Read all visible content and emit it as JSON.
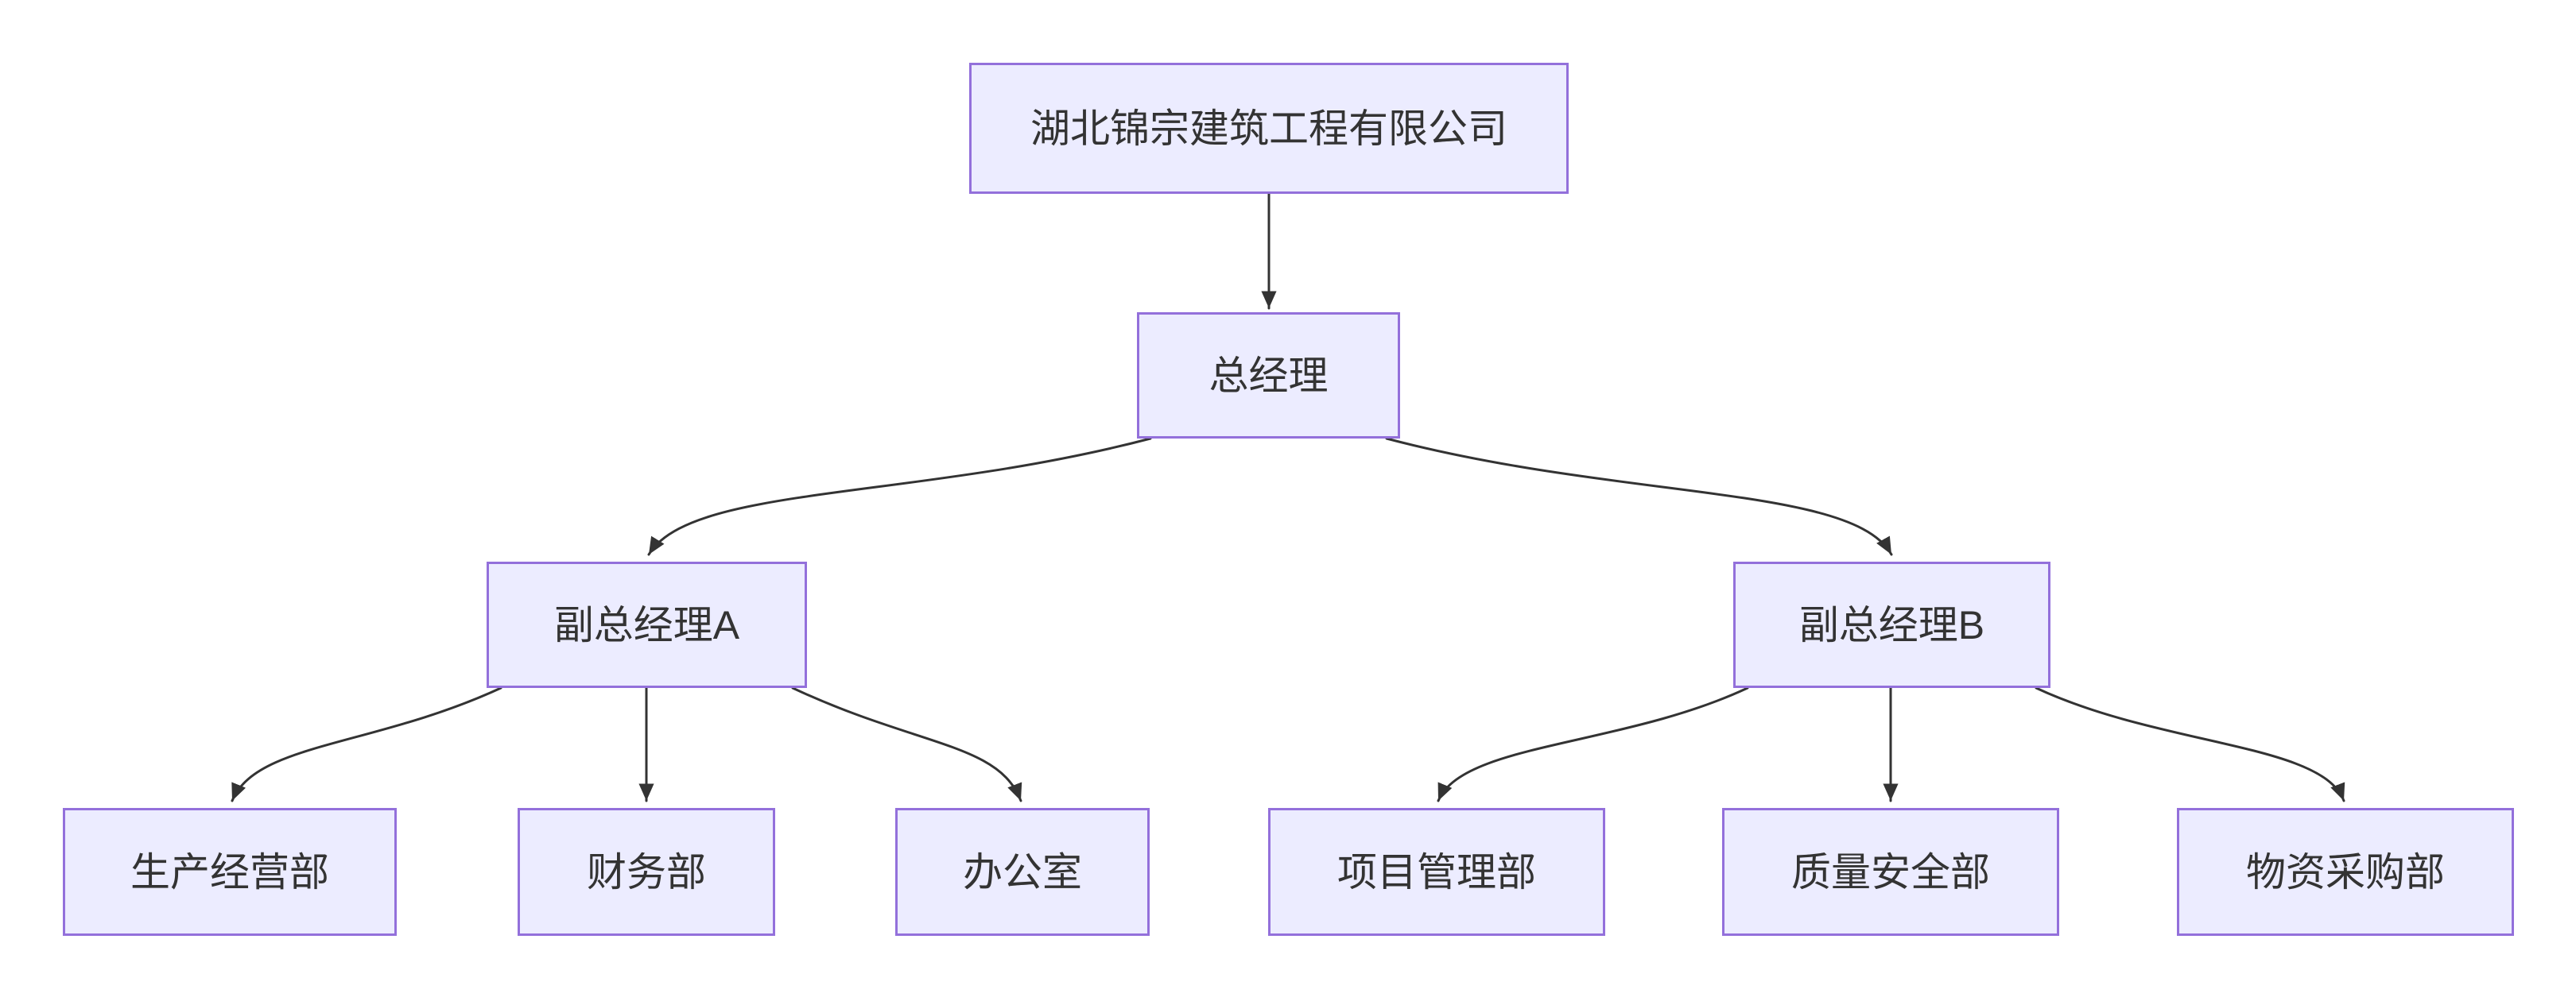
{
  "diagram": {
    "type": "org-chart-flowchart",
    "direction": "top-to-bottom",
    "colors": {
      "background": "#FFFFFF",
      "node_fill": "#ECECFF",
      "node_border": "#9370DB",
      "text": "#333333",
      "edge": "#333333"
    },
    "nodes": [
      {
        "id": "company",
        "label": "湖北锦宗建筑工程有限公司"
      },
      {
        "id": "gm",
        "label": "总经理"
      },
      {
        "id": "dgm-a",
        "label": "副总经理A"
      },
      {
        "id": "dgm-b",
        "label": "副总经理B"
      },
      {
        "id": "prod",
        "label": "生产经营部"
      },
      {
        "id": "finance",
        "label": "财务部"
      },
      {
        "id": "office",
        "label": "办公室"
      },
      {
        "id": "project",
        "label": "项目管理部"
      },
      {
        "id": "quality",
        "label": "质量安全部"
      },
      {
        "id": "material",
        "label": "物资采购部"
      }
    ],
    "edges": [
      {
        "from": "湖北锦宗建筑工程有限公司",
        "to": "总经理"
      },
      {
        "from": "总经理",
        "to": "副总经理A"
      },
      {
        "from": "总经理",
        "to": "副总经理B"
      },
      {
        "from": "副总经理A",
        "to": "生产经营部"
      },
      {
        "from": "副总经理A",
        "to": "财务部"
      },
      {
        "from": "副总经理A",
        "to": "办公室"
      },
      {
        "from": "副总经理B",
        "to": "项目管理部"
      },
      {
        "from": "副总经理B",
        "to": "质量安全部"
      },
      {
        "from": "副总经理B",
        "to": "物资采购部"
      }
    ]
  }
}
